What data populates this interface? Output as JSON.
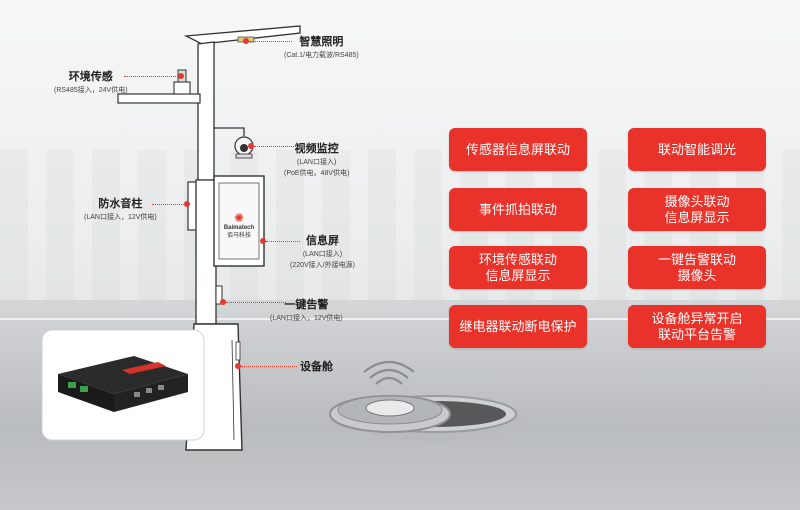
{
  "callouts": {
    "smart_lighting": {
      "title": "智慧照明",
      "sub": "(Cat.1/电力载波/RS485)"
    },
    "env_sensor": {
      "title": "环境传感",
      "sub": "(RS485接入，24V供电)"
    },
    "video": {
      "title": "视频监控",
      "sub1": "(LAN口接入)",
      "sub2": "(PoE供电，48V供电)"
    },
    "speaker": {
      "title": "防水音柱",
      "sub": "(LAN口接入，12V供电)"
    },
    "screen": {
      "title": "信息屏",
      "sub1": "(LAN口接入)",
      "sub2": "(220V接入/外接电源)"
    },
    "alarm": {
      "title": "一键告警",
      "sub": "(LAN口接入，12V供电)"
    },
    "cabin": {
      "title": "设备舱"
    }
  },
  "screen_brand": {
    "name": "Baimatech",
    "cn": "佰马科技"
  },
  "features": [
    "传感器信息屏联动",
    "联动智能调光",
    "事件抓拍联动",
    "摄像头联动\n信息屏显示",
    "环境传感联动\n信息屏显示",
    "一键告警联动\n摄像头",
    "继电器联动断电保护",
    "设备舱异常开启\n联动平台告警"
  ],
  "colors": {
    "accent": "#e8322a",
    "callout_line": "#e23a2e"
  },
  "icons": [
    "wifi-icon",
    "camera-icon",
    "manhole-icon"
  ]
}
